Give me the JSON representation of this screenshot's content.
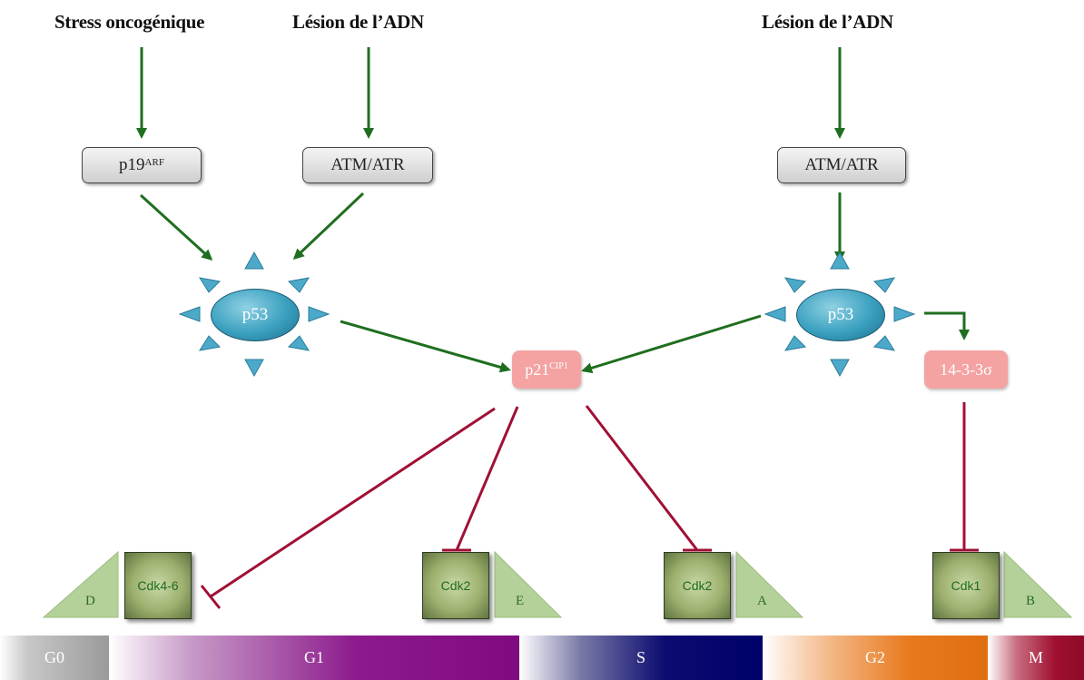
{
  "headers": {
    "stress": "Stress oncogénique",
    "lesion_left": "Lésion de l’ADN",
    "lesion_right": "Lésion de l’ADN"
  },
  "boxes": {
    "p19": "p19",
    "p19_sup": "ARF",
    "atm_left": "ATM/ATR",
    "atm_right": "ATM/ATR"
  },
  "nodes": {
    "p53_left": "p53",
    "p53_right": "p53",
    "p21": "p21",
    "p21_sup": "CIP1",
    "sigma": "14-3-3σ"
  },
  "cdk_complexes": [
    {
      "kinase": "Cdk4-6",
      "cyclin": "D"
    },
    {
      "kinase": "Cdk2",
      "cyclin": "E"
    },
    {
      "kinase": "Cdk2",
      "cyclin": "A"
    },
    {
      "kinase": "Cdk1",
      "cyclin": "B"
    }
  ],
  "phases": [
    {
      "name": "G0",
      "color": "#9a9a9a"
    },
    {
      "name": "G1",
      "color": "#800a80"
    },
    {
      "name": "S",
      "color": "#00006b"
    },
    {
      "name": "G2",
      "color": "#e87a1e"
    },
    {
      "name": "M",
      "color": "#a01030"
    }
  ],
  "colors": {
    "activation_arrow": "#1f6e1f",
    "inhibition_line": "#a01035"
  }
}
